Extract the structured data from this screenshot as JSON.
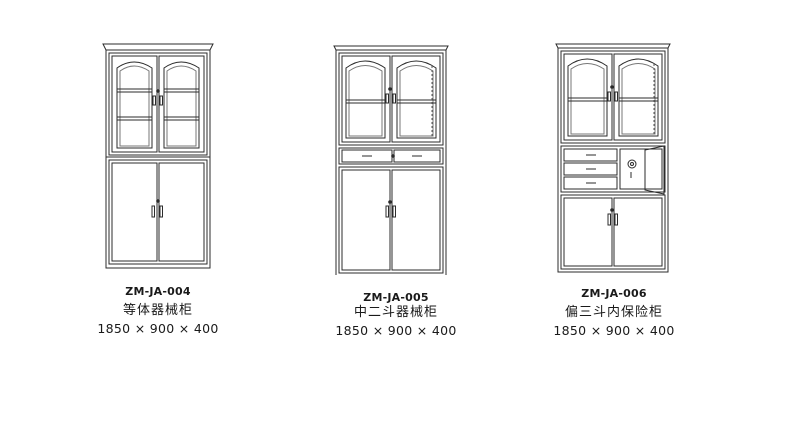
{
  "products": [
    {
      "code": "ZM-JA-004",
      "name": "等体器械柜",
      "dimensions": "1850 × 900 × 400",
      "image": "glass-top-two-door-filing-cabinet"
    },
    {
      "code": "ZM-JA-005",
      "name": "中二斗器械柜",
      "dimensions": "1850 × 900 × 400",
      "image": "glass-top-two-drawer-filing-cabinet"
    },
    {
      "code": "ZM-JA-006",
      "name": "偏三斗内保险柜",
      "dimensions": "1850 × 900 × 400",
      "image": "glass-top-three-drawer-safe-cabinet"
    }
  ]
}
